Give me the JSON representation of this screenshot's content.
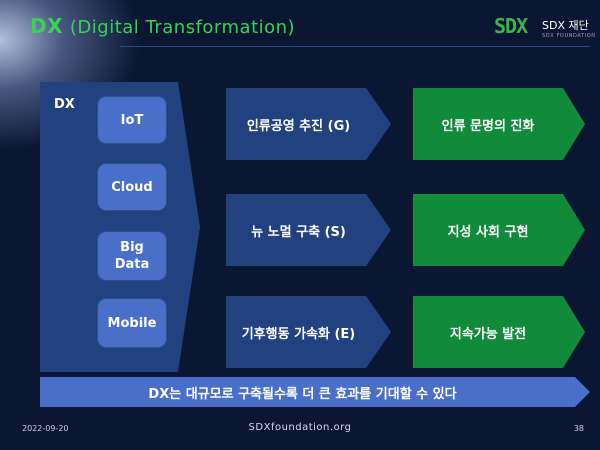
{
  "title": {
    "dx": "DX",
    "subtitle": "(Digital Transformation)"
  },
  "logo": {
    "mark": "SDX",
    "name": "SDX 재단",
    "sub": "SDX FOUNDATION"
  },
  "left_panel": {
    "label": "DX",
    "items": [
      "IoT",
      "Cloud",
      "Big Data",
      "Mobile"
    ]
  },
  "rows": [
    {
      "label": "인류공영 추진 (G)",
      "result": "인류 문명의 진화"
    },
    {
      "label": "뉴 노멀 구축 (S)",
      "result": "지성 사회 구현"
    },
    {
      "label": "기후행동 가속화 (E)",
      "result": "지속가능 발전"
    }
  ],
  "bottom_text": "DX는 대규모로 구축될수록 더 큰 효과를 기대할 수 있다",
  "footer": {
    "date": "2022-09-20",
    "url": "SDXfoundation.org",
    "page": "38"
  },
  "colors": {
    "background": "#0b1633",
    "panel": "#22427f",
    "box": "#4a6fc8",
    "green": "#118a3a",
    "title": "#39d353"
  }
}
